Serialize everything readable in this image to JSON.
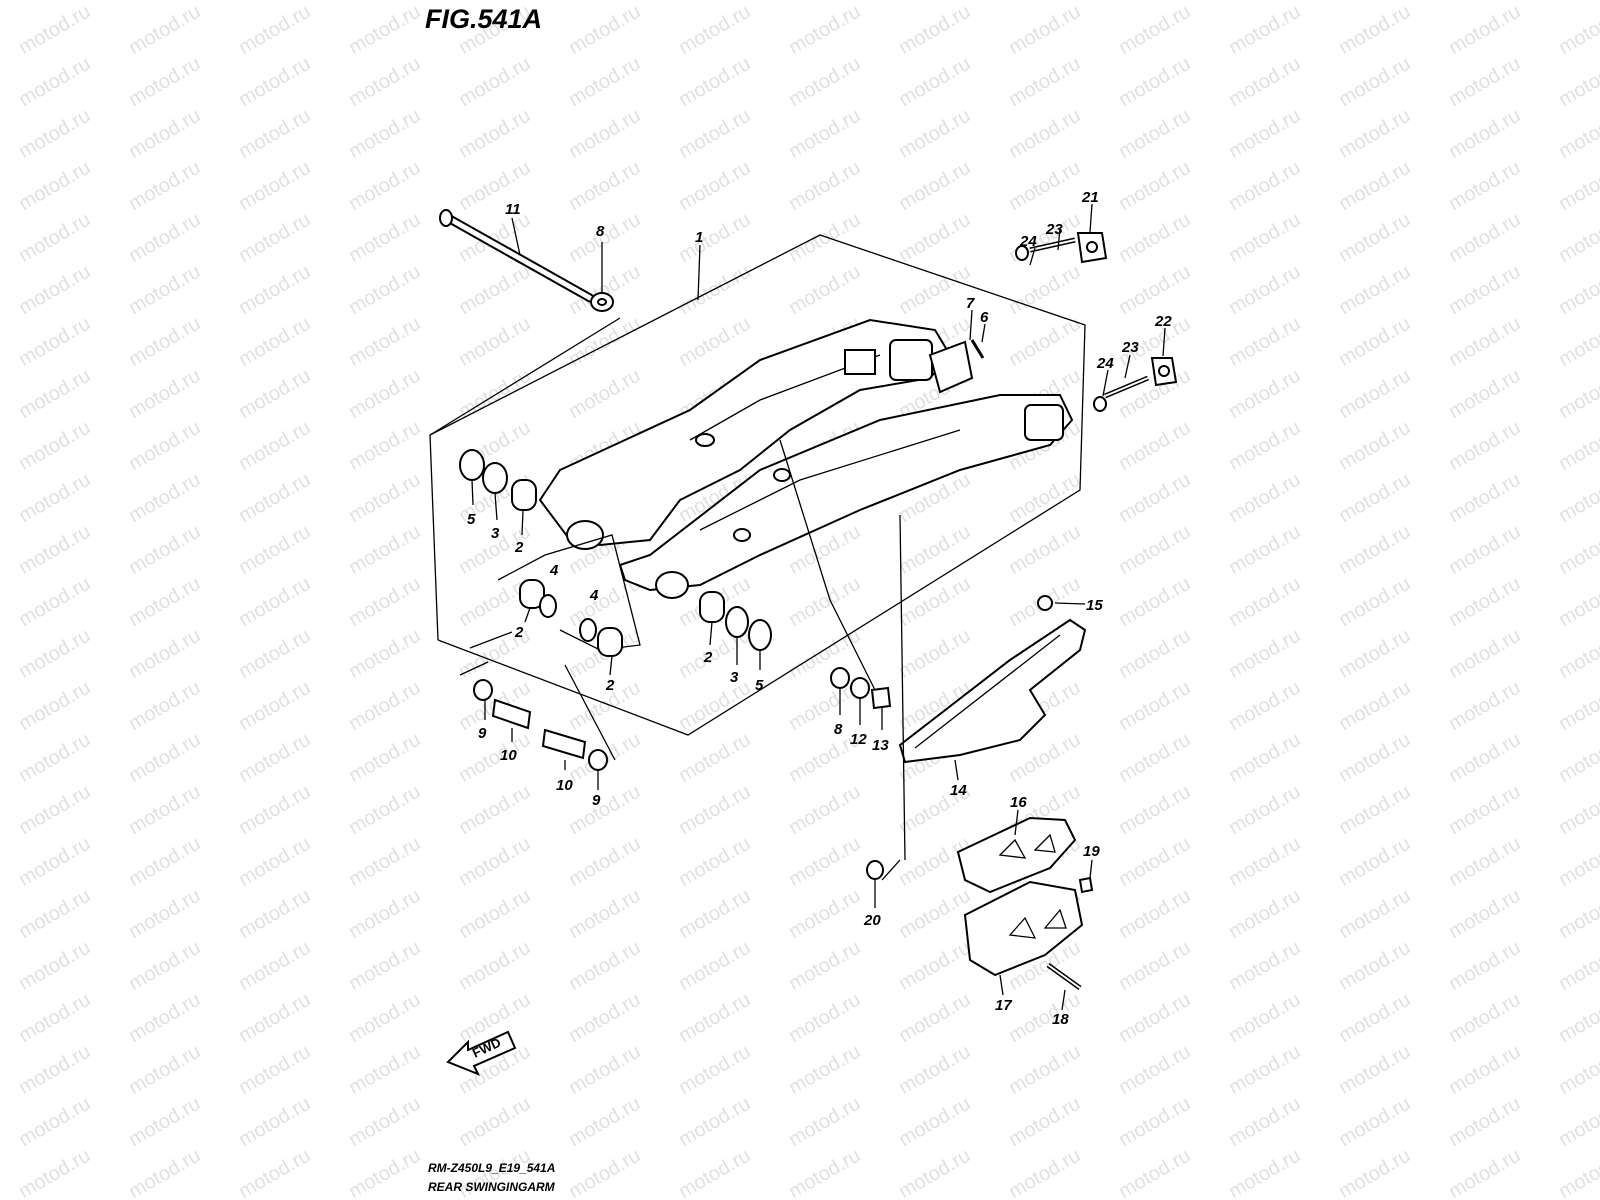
{
  "title": "FIG.541A",
  "watermark": "motod.ru",
  "footer": {
    "code": "RM-Z450L9_E19_541A",
    "name": "REAR SWINGINGARM"
  },
  "direction_label": "FWD",
  "callouts": [
    {
      "id": "c11",
      "text": "11"
    },
    {
      "id": "c8a",
      "text": "8"
    },
    {
      "id": "c1",
      "text": "1"
    },
    {
      "id": "c7",
      "text": "7"
    },
    {
      "id": "c6",
      "text": "6"
    },
    {
      "id": "c21",
      "text": "21"
    },
    {
      "id": "c23a",
      "text": "23"
    },
    {
      "id": "c24a",
      "text": "24"
    },
    {
      "id": "c22",
      "text": "22"
    },
    {
      "id": "c23b",
      "text": "23"
    },
    {
      "id": "c24b",
      "text": "24"
    },
    {
      "id": "c5a",
      "text": "5"
    },
    {
      "id": "c3a",
      "text": "3"
    },
    {
      "id": "c2a",
      "text": "2"
    },
    {
      "id": "c4a",
      "text": "4"
    },
    {
      "id": "c2b",
      "text": "2"
    },
    {
      "id": "c4b",
      "text": "4"
    },
    {
      "id": "c2c",
      "text": "2"
    },
    {
      "id": "c2d",
      "text": "2"
    },
    {
      "id": "c3b",
      "text": "3"
    },
    {
      "id": "c5b",
      "text": "5"
    },
    {
      "id": "c9a",
      "text": "9"
    },
    {
      "id": "c10a",
      "text": "10"
    },
    {
      "id": "c10b",
      "text": "10"
    },
    {
      "id": "c9b",
      "text": "9"
    },
    {
      "id": "c8b",
      "text": "8"
    },
    {
      "id": "c12",
      "text": "12"
    },
    {
      "id": "c13",
      "text": "13"
    },
    {
      "id": "c14",
      "text": "14"
    },
    {
      "id": "c15",
      "text": "15"
    },
    {
      "id": "c16",
      "text": "16"
    },
    {
      "id": "c19",
      "text": "19"
    },
    {
      "id": "c20",
      "text": "20"
    },
    {
      "id": "c17",
      "text": "17"
    },
    {
      "id": "c18",
      "text": "18"
    }
  ]
}
